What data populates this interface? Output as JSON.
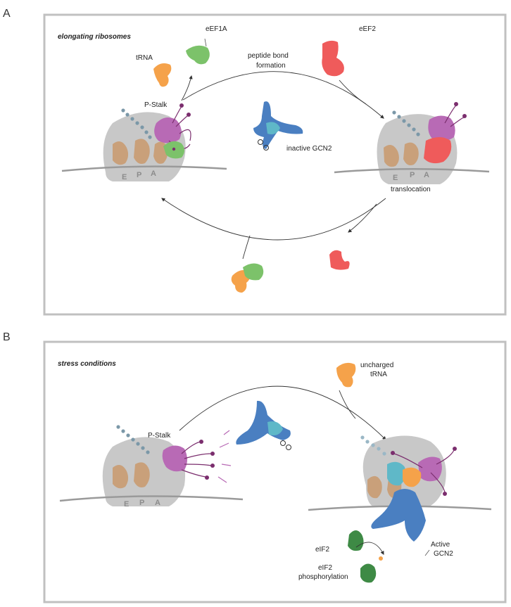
{
  "panelA": {
    "letter": "A",
    "title": "elongating ribosomes",
    "labels": {
      "trna": "tRNA",
      "eef1a": "eEF1A",
      "eef2": "eEF2",
      "peptide_bond": "peptide bond",
      "formation": "formation",
      "p_stalk": "P-Stalk",
      "inactive_gcn2": "inactive GCN2",
      "translocation": "translocation",
      "site_e": "E",
      "site_p": "P",
      "site_a": "A",
      "site_e2": "E",
      "site_p2": "P",
      "site_a2": "A"
    }
  },
  "panelB": {
    "letter": "B",
    "title": "stress conditions",
    "labels": {
      "p_stalk": "P-Stalk",
      "uncharged": "uncharged",
      "trna": "tRNA",
      "eif2": "eIF2",
      "active": "Active",
      "gcn2": "GCN2",
      "eif2_phos_1": "eIF2",
      "eif2_phos_2": "phosphorylation",
      "site_e": "E",
      "site_p": "P",
      "site_a": "A"
    }
  },
  "colors": {
    "ribosome": "#c8c8c8",
    "trna": "#f5a24a",
    "eef1a": "#7cc26a",
    "eef2": "#ef5b5b",
    "p_stalk": "#b86ab5",
    "gcn2_blue": "#4a7fc1",
    "gcn2_teal": "#5fb8c8",
    "eif2": "#3e8a45",
    "mrna": "#9a9a9a",
    "peptide": "#7b98a8",
    "frame": "#c0c0c0"
  }
}
